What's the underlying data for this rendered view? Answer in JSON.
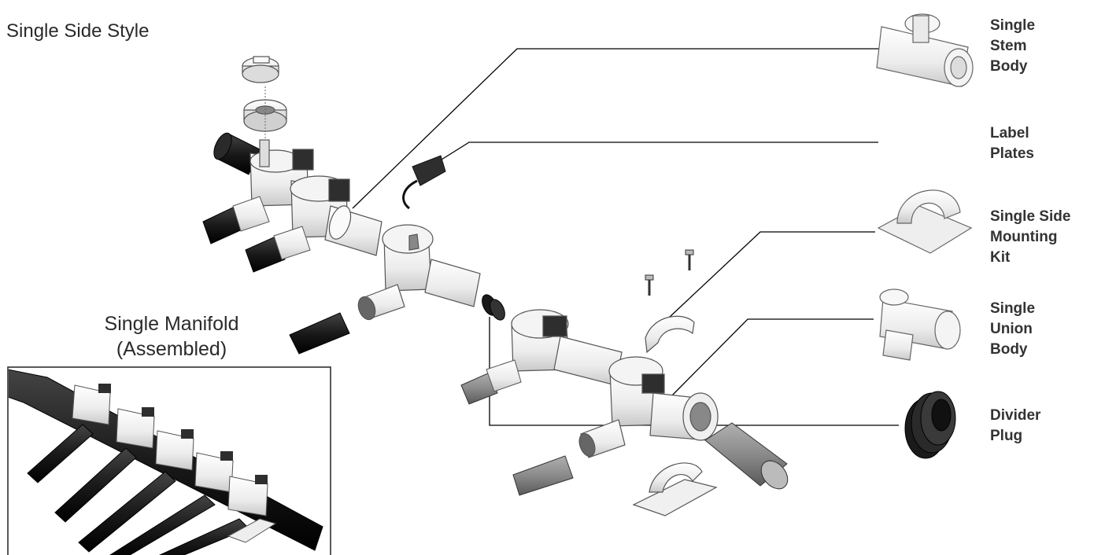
{
  "title": "Single Side Style",
  "assembled": {
    "line1": "Single Manifold",
    "line2": "(Assembled)"
  },
  "labels": [
    {
      "id": "single-stem-body",
      "lines": [
        "Single",
        "Stem",
        "Body"
      ]
    },
    {
      "id": "label-plates",
      "lines": [
        "Label",
        "Plates"
      ]
    },
    {
      "id": "single-side-mounting-kit",
      "lines": [
        "Single Side",
        "Mounting",
        "Kit"
      ]
    },
    {
      "id": "single-union-body",
      "lines": [
        "Single",
        "Union",
        "Body"
      ]
    },
    {
      "id": "divider-plug",
      "lines": [
        "Divider",
        "Plug"
      ]
    }
  ],
  "colors": {
    "text": "#333333",
    "part_white": "#f2f2f2",
    "part_outline": "#555555",
    "tube_black": "#1a1a1a",
    "tube_grey": "#8a8a8a",
    "clip_dark": "#2e2e2e",
    "leader_line": "#000000"
  }
}
